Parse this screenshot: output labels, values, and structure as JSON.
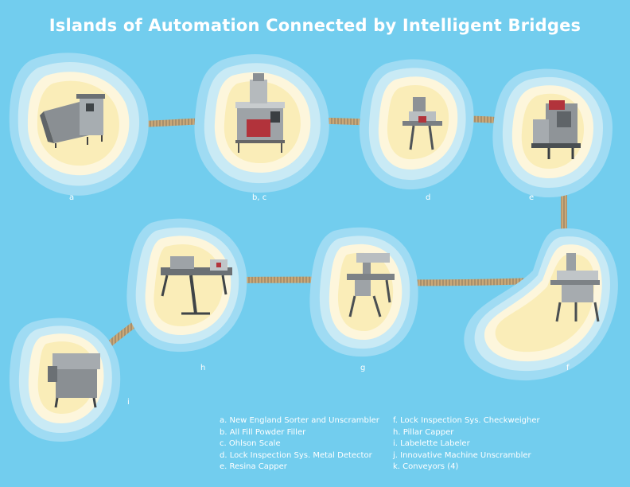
{
  "title": "Islands of Automation Connected by Intelligent Bridges",
  "colors": {
    "ocean": "#72cdee",
    "shallow_outer": "#9fdbf3",
    "shallow_inner": "#c9eaf5",
    "sand_light": "#fdf6dc",
    "sand": "#faedb8",
    "bridge": "#c9a878"
  },
  "islands": [
    {
      "id": "a",
      "label": "a"
    },
    {
      "id": "bc",
      "label": "b, c"
    },
    {
      "id": "d",
      "label": "d"
    },
    {
      "id": "e",
      "label": "e"
    },
    {
      "id": "f",
      "label": "f"
    },
    {
      "id": "g",
      "label": "g"
    },
    {
      "id": "h",
      "label": "h"
    },
    {
      "id": "i",
      "label": "i"
    }
  ],
  "legend": {
    "left": [
      "a. New England Sorter and Unscrambler",
      "b. All Fill Powder Filler",
      "c. Ohlson Scale",
      "d. Lock Inspection Sys. Metal Detector",
      "e. Resina Capper"
    ],
    "right": [
      "f. Lock Inspection Sys. Checkweigher",
      "h. Pillar Capper",
      "i. Labelette Labeler",
      "j. Innovative Machine Unscrambler",
      "k. Conveyors (4)"
    ]
  }
}
